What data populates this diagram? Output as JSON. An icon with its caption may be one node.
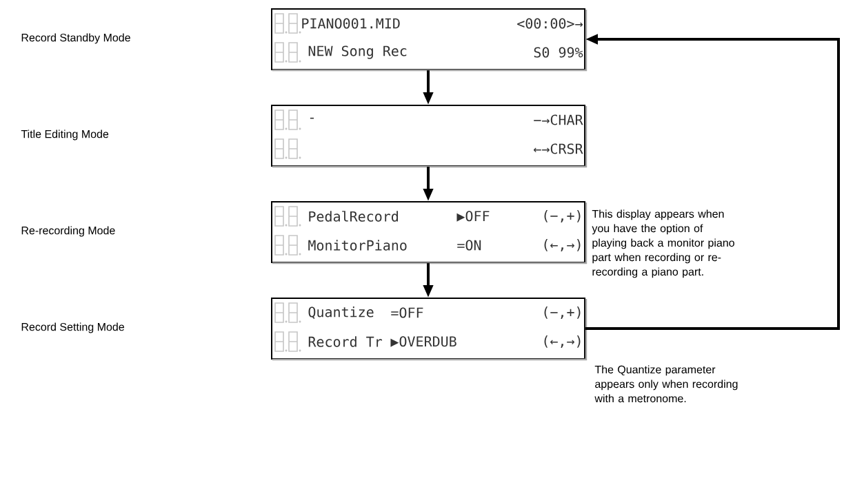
{
  "diagram": {
    "nodes": [
      {
        "text": [
          "PIANO001.MID",
          "<00:00>→",
          "NEW Song Rec",
          "S0 99%"
        ]
      },
      {
        "text": [
          "-",
          "−→CHAR",
          "←→CRSR"
        ]
      },
      {
        "text": [
          "PedalRecord",
          "▶OFF",
          "(−,+)",
          "MonitorPiano",
          "=ON",
          "(←,→)"
        ],
        "beside": [
          "This display appears when you have the option of playing back a monitor piano part when recording or re-recording a piano part."
        ]
      },
      {
        "text": [
          "Quantize",
          "=OFF",
          "(−,+)",
          "Record Tr",
          "▶OVERDUB",
          "(←,→)"
        ],
        "beside": [
          "The Quantize parameter appears only when recording with a metronome."
        ]
      }
    ],
    "edges": [
      {
        "from": 0,
        "to": 1,
        "arrow": "to"
      },
      {
        "from": 1,
        "to": 2,
        "arrow": "to"
      },
      {
        "from": 2,
        "to": 3,
        "arrow": "to"
      },
      {
        "from": 3,
        "to": 0,
        "arrow": "to"
      }
    ],
    "labels": [
      "Record Standby Mode",
      "Title Editing Mode",
      "Re-recording Mode",
      "Record Setting Mode"
    ]
  }
}
